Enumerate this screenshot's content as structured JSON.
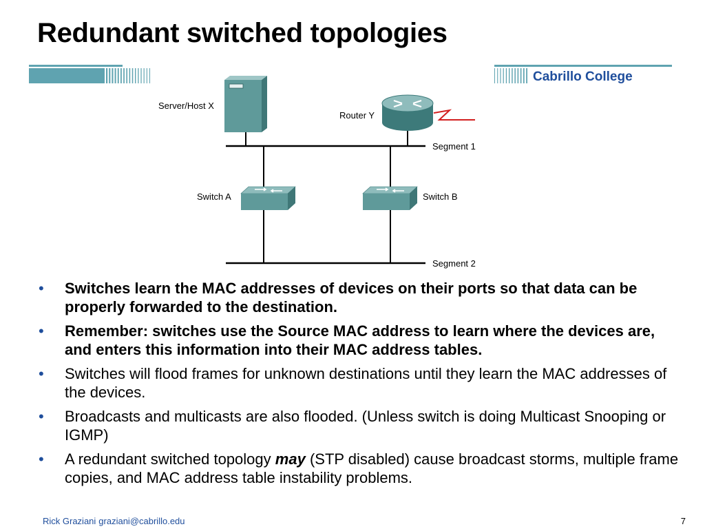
{
  "slide": {
    "title": "Redundant switched topologies"
  },
  "header": {
    "brand": "Cabrillo College",
    "colors": {
      "band": "#5fa3b0",
      "brand_text": "#1f4e9c"
    }
  },
  "diagram": {
    "server_label": "Server/Host X",
    "router_label": "Router Y",
    "segment1_label": "Segment 1",
    "segment2_label": "Segment 2",
    "switch_a_label": "Switch A",
    "switch_b_label": "Switch B",
    "icons": [
      "server-icon",
      "router-icon",
      "switch-icon",
      "serial-link-icon"
    ]
  },
  "bullets": [
    {
      "text": "Switches learn the MAC addresses of devices on their ports so that data can be properly forwarded to the destination."
    },
    {
      "text": "Remember: switches use the Source MAC address to learn where the devices are, and enters this information into their MAC address tables."
    },
    {
      "text": "Switches will flood frames for unknown destinations until they learn the MAC addresses of the devices."
    },
    {
      "text": "Broadcasts and multicasts are also flooded. (Unless switch is doing Multicast Snooping or IGMP)"
    },
    {
      "before": "A redundant switched topology",
      "emphasis": "may",
      "after": "(STP disabled) cause broadcast storms, multiple frame copies, and MAC address table instability problems."
    }
  ],
  "footer": {
    "author": "Rick Graziani",
    "email": "graziani@cabrillo.edu",
    "page": "7"
  }
}
